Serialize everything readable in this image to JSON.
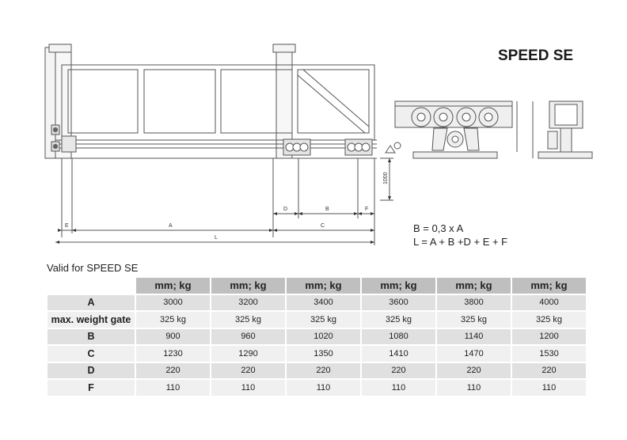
{
  "title": "SPEED SE",
  "formulas": [
    "B = 0,3 x A",
    "L = A + B +D + E + F"
  ],
  "dimension_labels": {
    "E": "E",
    "A": "A",
    "L": "L",
    "D": "D",
    "B": "B",
    "F": "F",
    "C": "C",
    "height": "1000"
  },
  "valid_label": "Valid for SPEED SE",
  "table": {
    "headers": [
      "mm; kg",
      "mm; kg",
      "mm; kg",
      "mm; kg",
      "mm; kg",
      "mm; kg"
    ],
    "rows": [
      {
        "label": "A",
        "values": [
          "3000",
          "3200",
          "3400",
          "3600",
          "3800",
          "4000"
        ]
      },
      {
        "label": "max. weight gate",
        "values": [
          "325 kg",
          "325 kg",
          "325 kg",
          "325 kg",
          "325 kg",
          "325 kg"
        ]
      },
      {
        "label": "B",
        "values": [
          "900",
          "960",
          "1020",
          "1080",
          "1140",
          "1200"
        ]
      },
      {
        "label": "C",
        "values": [
          "1230",
          "1290",
          "1350",
          "1410",
          "1470",
          "1530"
        ]
      },
      {
        "label": "D",
        "values": [
          "220",
          "220",
          "220",
          "220",
          "220",
          "220"
        ]
      },
      {
        "label": "F",
        "values": [
          "110",
          "110",
          "110",
          "110",
          "110",
          "110"
        ]
      }
    ]
  }
}
